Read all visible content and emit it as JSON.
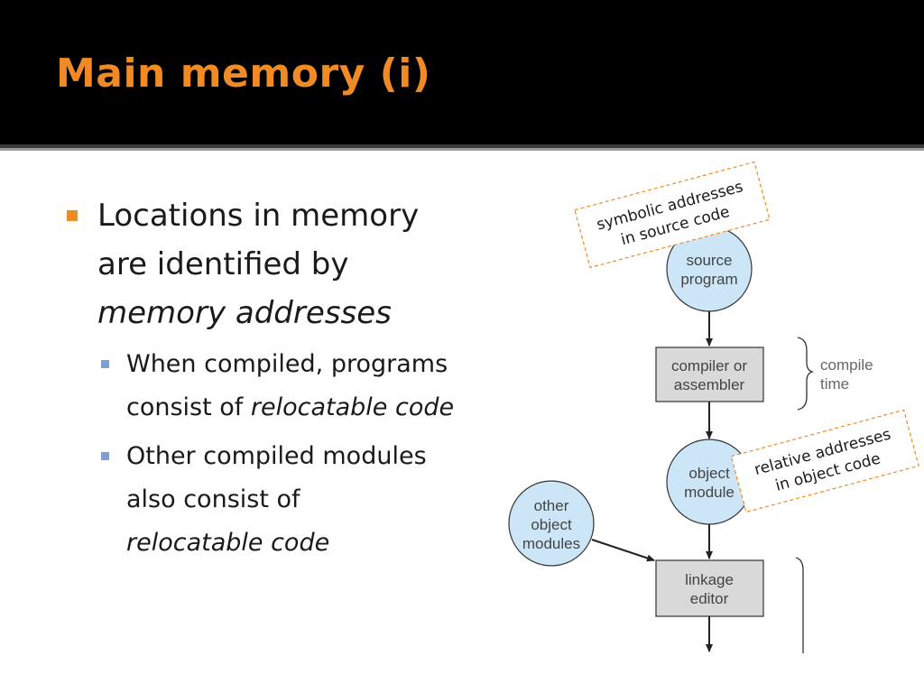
{
  "title": "Main memory (i)",
  "bullets": {
    "main": {
      "line1": "Locations in memory",
      "line2": "are identified by",
      "line3": "memory addresses"
    },
    "sub": [
      {
        "line1": "When compiled, programs",
        "line2_plain": "consist of ",
        "line2_italic": "relocatable code"
      },
      {
        "line1": "Other compiled modules",
        "line2": "also consist of",
        "line3_italic": "relocatable code"
      }
    ]
  },
  "diagram": {
    "source_program": [
      "source",
      "program"
    ],
    "compiler": [
      "compiler or",
      "assembler"
    ],
    "object_module": [
      "object",
      "module"
    ],
    "other_modules": [
      "other",
      "object",
      "modules"
    ],
    "linkage_editor": [
      "linkage",
      "editor"
    ],
    "compile_time": [
      "compile",
      "time"
    ],
    "note_symbolic": [
      "symbolic addresses",
      "in source code"
    ],
    "note_relative": [
      "relative addresses",
      "in object code"
    ]
  },
  "colors": {
    "title": "#f08a24",
    "bullet_main": "#f08a24",
    "bullet_sub": "#7f9fd4",
    "circle_fill": "#cce6f7",
    "box_fill": "#d9d9d9",
    "note_border": "#f08a24"
  }
}
